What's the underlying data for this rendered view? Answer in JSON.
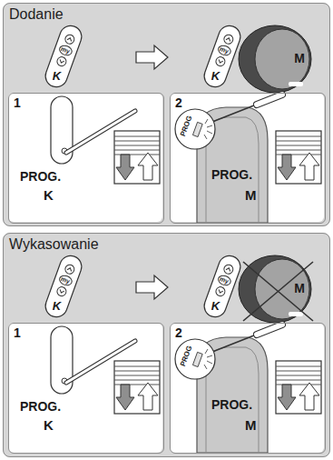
{
  "diagram": {
    "nodes": [
      {
        "text": [
          "Dodanie"
        ]
      },
      {
        "text": [
          "1",
          "PROG.",
          "K"
        ],
        "in": 0
      },
      {
        "text": [
          "2",
          "PROG",
          "PROG.",
          "M"
        ],
        "in": 0
      },
      {
        "text": [
          "Wykasowanie"
        ]
      },
      {
        "text": [
          "1",
          "PROG.",
          "K"
        ],
        "in": 3
      },
      {
        "text": [
          "2",
          "PROG",
          "PROG.",
          "M"
        ],
        "in": 3
      }
    ],
    "labels": [
      "my",
      "K",
      "my",
      "K",
      "M",
      "my",
      "K",
      "my",
      "K",
      "M"
    ]
  }
}
